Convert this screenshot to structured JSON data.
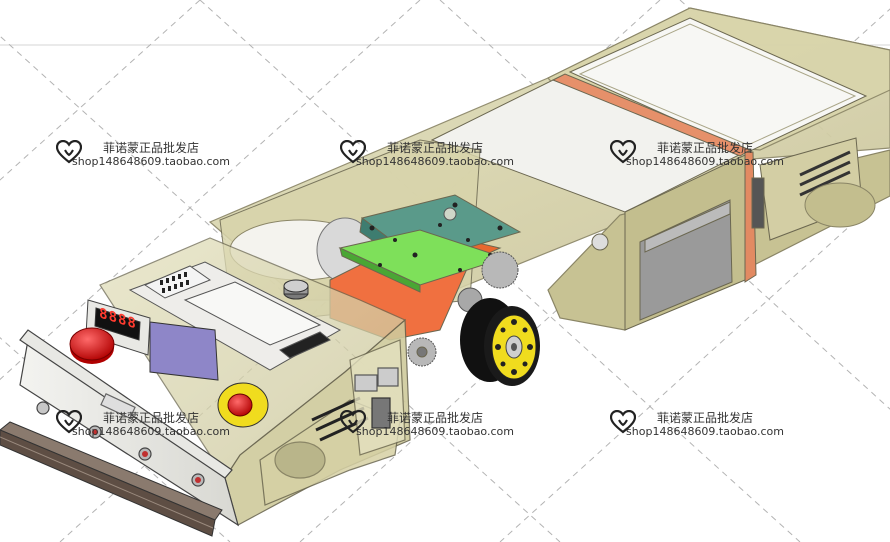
{
  "display": {
    "text": "8888",
    "color": "#ff3b2f"
  },
  "watermark": {
    "shop_name": "菲诺蒙正品批发店",
    "url": "shop148648609.taobao.com",
    "icon": "heart-icon",
    "count": 6
  },
  "colors": {
    "shell": "#d6d2a4",
    "shell_edge": "#8a8566",
    "motor": "#f07040",
    "bracket": "#5a9a8a",
    "green_plate": "#7ee05a",
    "wheel_yellow": "#f0dc1e",
    "estop_red": "#e02020",
    "touchscreen": "#8e86c8",
    "bumper": "#6a5a50"
  }
}
